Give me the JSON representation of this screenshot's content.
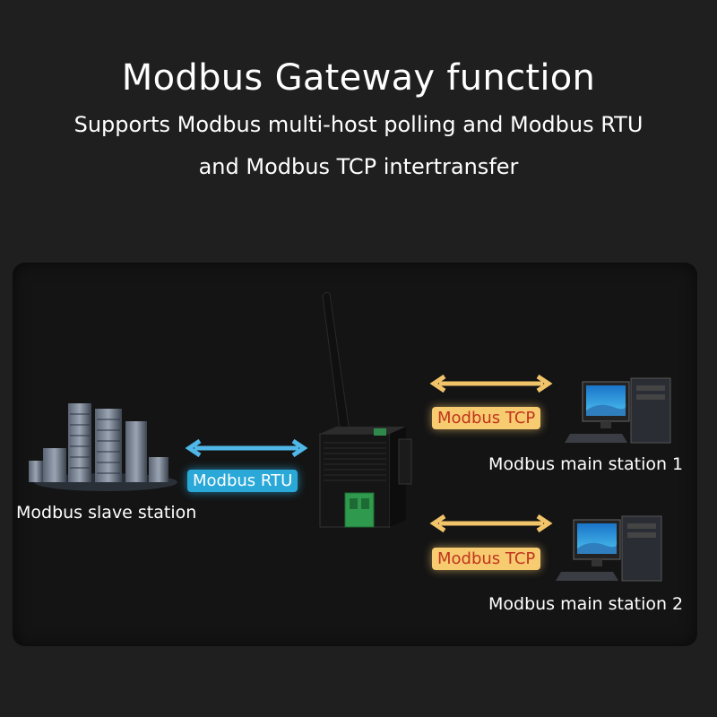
{
  "header": {
    "title": "Modbus Gateway function",
    "subtitle_line1": "Supports Modbus multi-host polling and Modbus RTU",
    "subtitle_line2": "and Modbus TCP intertransfer"
  },
  "diagram": {
    "slave_label": "Modbus slave station",
    "rtu_tag": "Modbus RTU",
    "tcp_tag_top": "Modbus TCP",
    "tcp_tag_bottom": "Modbus TCP",
    "main_station_1": "Modbus main station 1",
    "main_station_2": "Modbus main station 2"
  },
  "colors": {
    "rtu_arrow": "#4fb8e8",
    "tcp_arrow": "#f2c46a",
    "tcp_text": "#c0341d"
  },
  "icons": [
    "server-rack-icon",
    "gateway-device-icon",
    "antenna-icon",
    "desktop-computer-icon"
  ]
}
